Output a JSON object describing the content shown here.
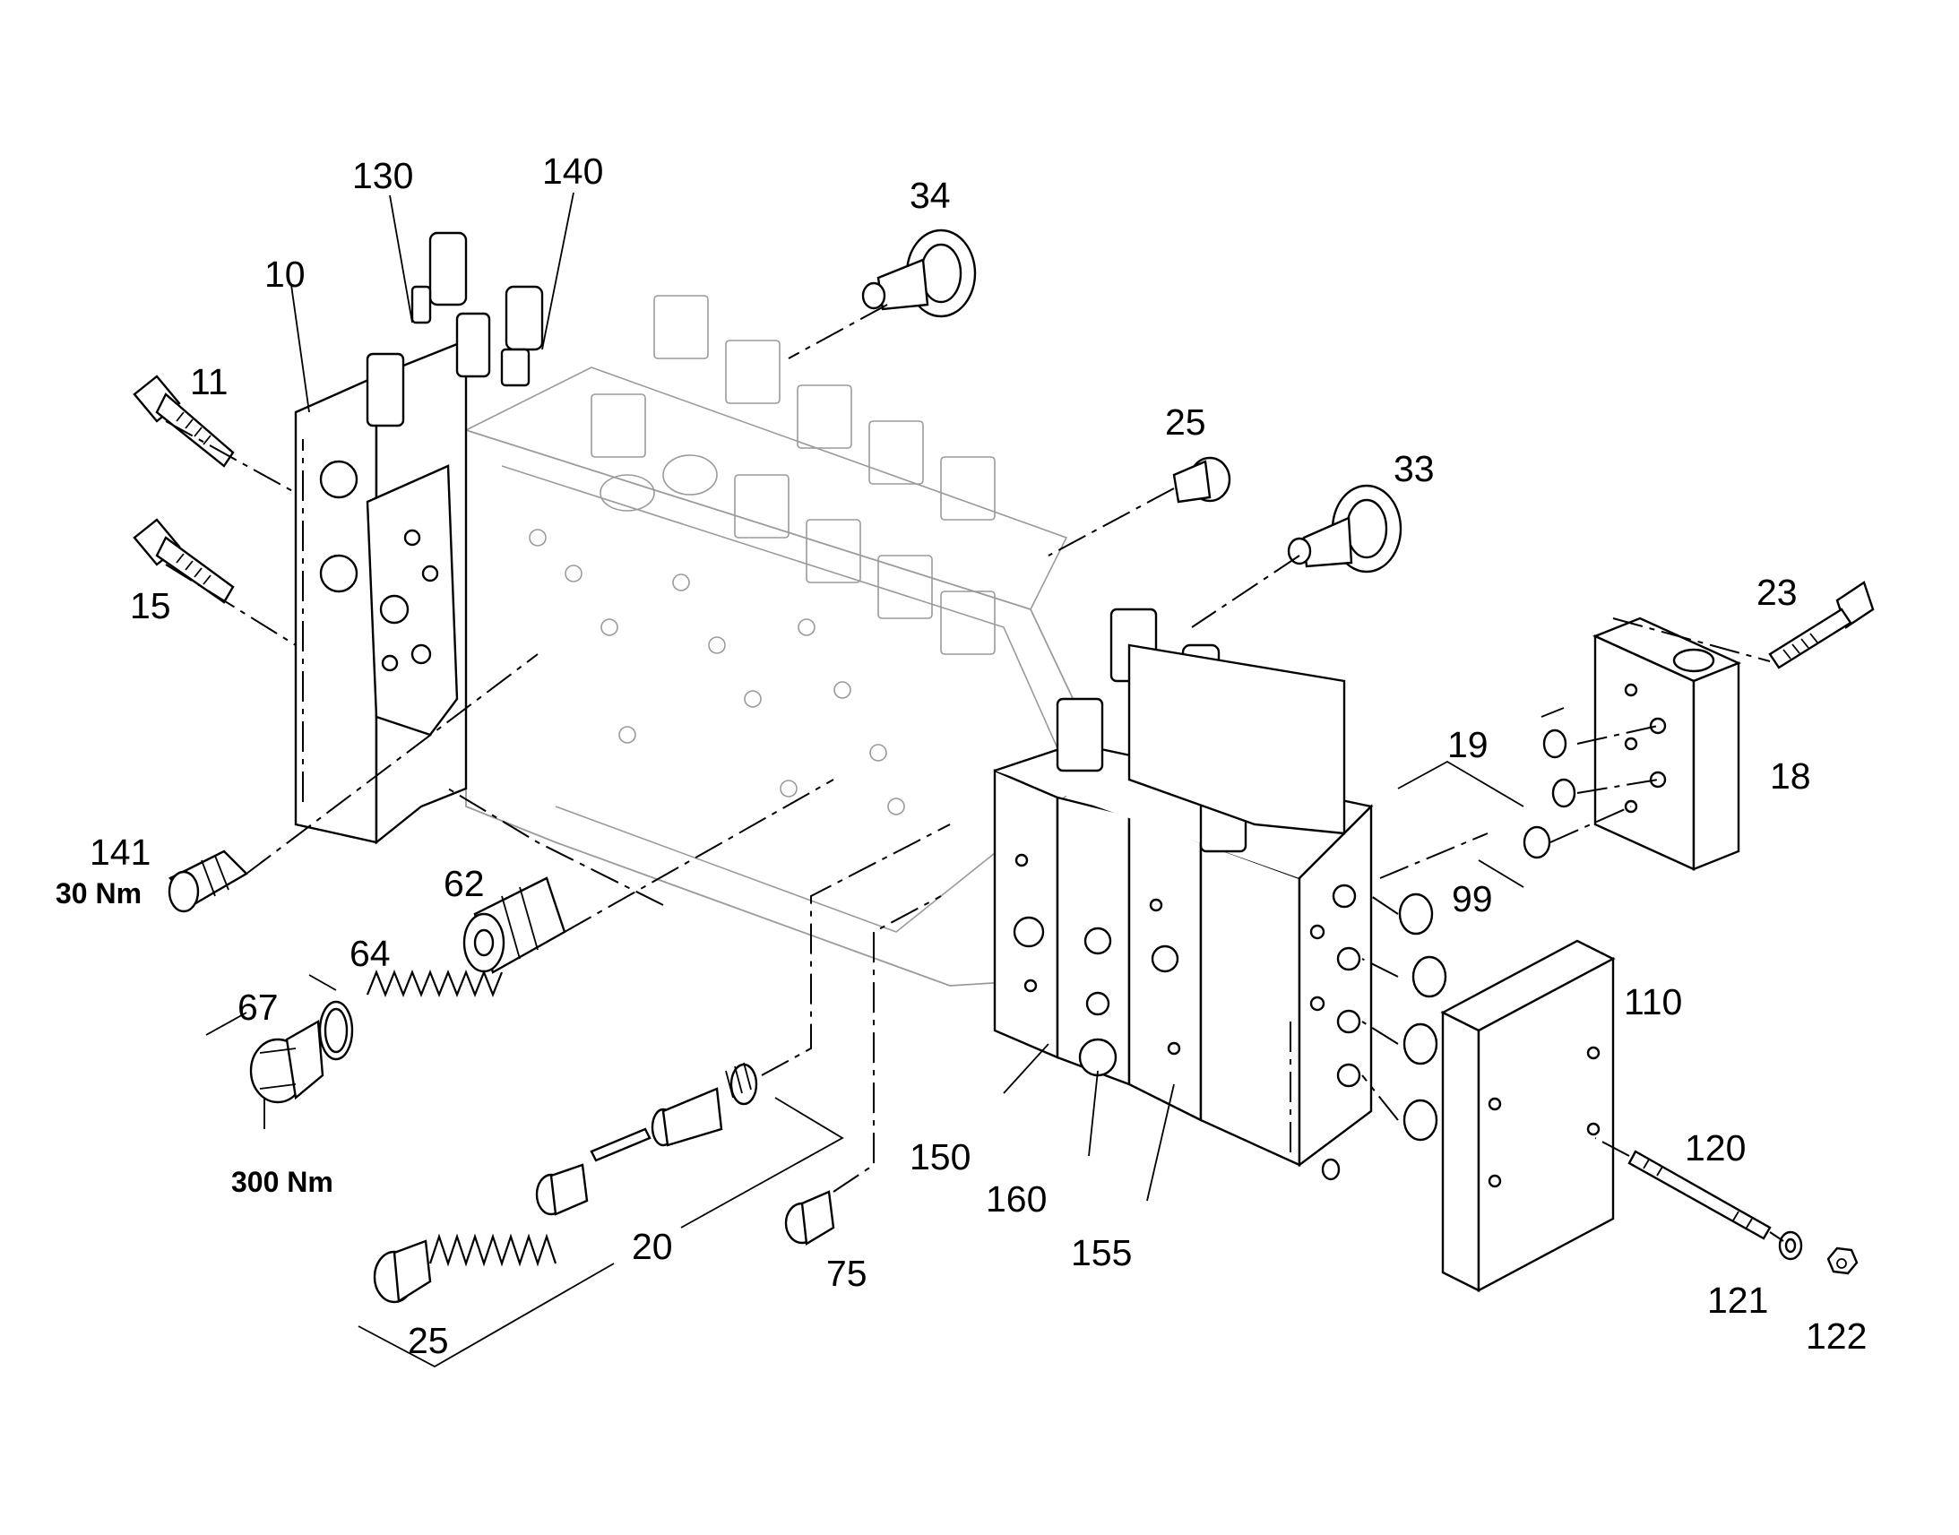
{
  "labels": {
    "l10": "10",
    "l11": "11",
    "l15": "15",
    "l130": "130",
    "l140": "140",
    "l34": "34",
    "l25_top": "25",
    "l33": "33",
    "l23": "23",
    "l19": "19",
    "l18": "18",
    "l99": "99",
    "l110": "110",
    "l141": "141",
    "l62": "62",
    "l64": "64",
    "l67": "67",
    "l20": "20",
    "l75": "75",
    "l25_bottom": "25",
    "l150": "150",
    "l160": "160",
    "l155": "155",
    "l120": "120",
    "l121": "121",
    "l122": "122"
  },
  "torques": {
    "t141": "30 Nm",
    "t67": "300 Nm"
  }
}
